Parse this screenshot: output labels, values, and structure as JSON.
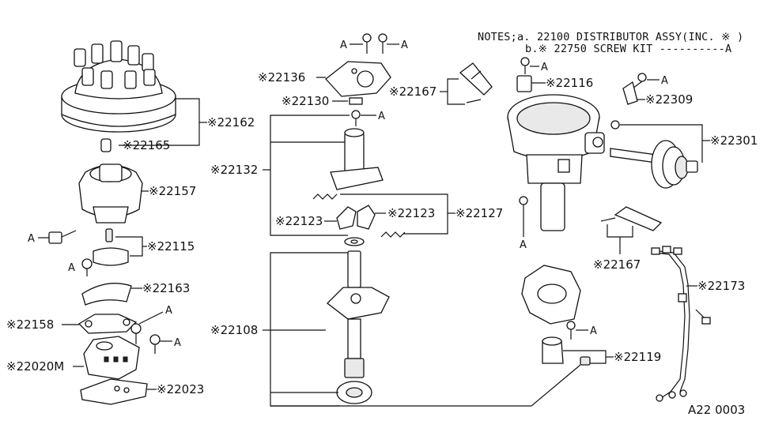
{
  "notes": {
    "line1": "NOTES;a. 22100 DISTRIBUTOR ASSY(INC. ※ )",
    "line2": "b.※ 22750 SCREW KIT ----------A"
  },
  "refs": {
    "cap": "※22162",
    "cap_button": "※22165",
    "rotor": "※22157",
    "pin": "※22115",
    "clamp": "※22163",
    "plate": "※22158",
    "module": "※22020M",
    "base_plate": "※22023",
    "breaker_plate": "※22136",
    "washer": "※22130",
    "cam_assy": "※22132",
    "weight_left": "※22123",
    "weight_right": "※22123",
    "governor": "※22127",
    "shaft": "※22108",
    "clip_top": "※22167",
    "terminal": "※22116",
    "screw_bracket": "※22309",
    "vacuum_ctrl": "※22301",
    "clip_bottom": "※22167",
    "harness": "※22173",
    "bushing": "※22119"
  },
  "screw_tags": {
    "a1": "A",
    "a2": "A",
    "a3": "A",
    "a4": "A",
    "a5": "A",
    "a6": "A",
    "a7": "A",
    "a8": "A",
    "a9": "A",
    "a10": "A",
    "a11": "A"
  },
  "diagram_code": "A22  0003"
}
